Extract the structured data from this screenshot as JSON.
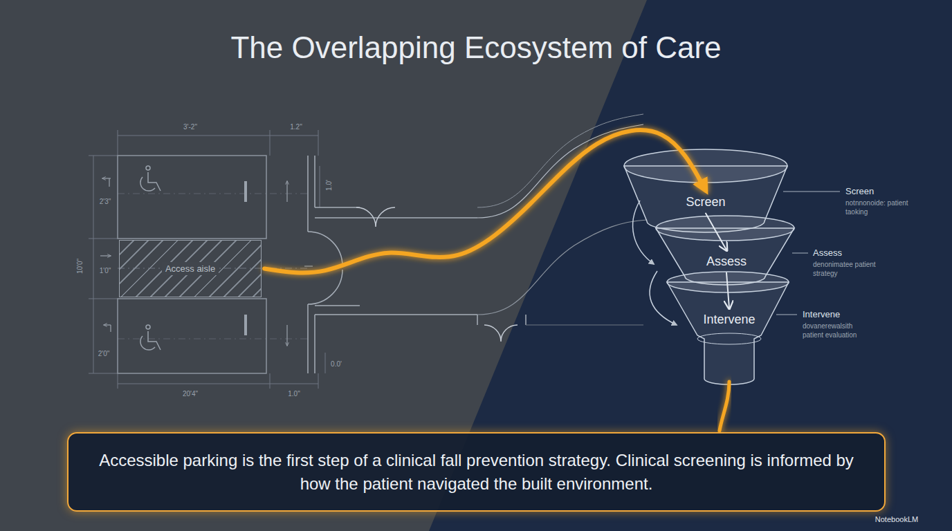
{
  "diagram": {
    "title": "The Overlapping Ecosystem of Care",
    "caption": "Accessible parking is the first step of a clinical fall prevention strategy. Clinical screening is informed by how the patient navigated the built environment.",
    "nodes": [
      {
        "text": [
          "Access aisle"
        ]
      },
      {
        "text": [
          "Screen"
        ]
      },
      {
        "text": [
          "Assess"
        ]
      },
      {
        "text": [
          "Intervene"
        ]
      }
    ],
    "edges": [
      {
        "from": 0,
        "to": 1,
        "arrow": "to"
      },
      {
        "from": 1,
        "to": 2,
        "arrow": "to"
      },
      {
        "from": 2,
        "to": 3,
        "arrow": "to"
      }
    ],
    "labels": [
      "3'-2\"",
      "1.2\"",
      "2'3\"",
      "10'0\"",
      "1'0\"",
      "2'0\"",
      "20'4\"",
      "1.0\"",
      "1.0'",
      "0.0'",
      "Screen",
      "notnnonoide: patient taoking",
      "Assess",
      "denonimatee patient strategy",
      "Intervene",
      "dovanerewalsith patient evaluation",
      "NotebookLM"
    ]
  }
}
